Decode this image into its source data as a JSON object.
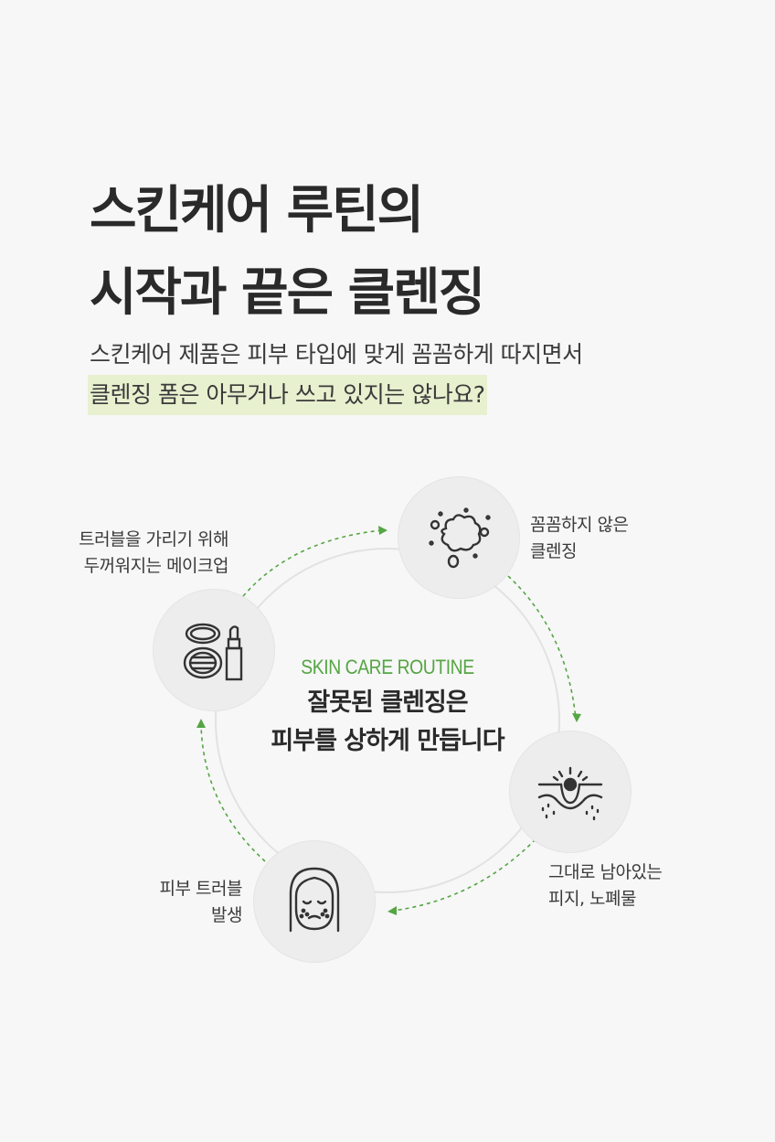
{
  "headline": {
    "line1": "스킨케어 루틴의",
    "line2": "시작과 끝은 클렌징"
  },
  "subtext": {
    "line1": "스킨케어 제품은 피부 타입에 맞게 꼼꼼하게 따지면서",
    "line2": "클렌징 폼은 아무거나 쓰고 있지는 않나요?",
    "highlight_color": "#e7f0cf"
  },
  "cycle": {
    "eyebrow": "SKIN CARE ROUTINE",
    "title_line1": "잘못된 클렌징은",
    "title_line2": "피부를 상하게 만듭니다",
    "accent_color": "#55a544",
    "steps": [
      {
        "icon": "foam-bubble-icon",
        "line1": "꼼꼼하지 않은",
        "line2": "클렌징"
      },
      {
        "icon": "clogged-pore-icon",
        "line1": "그대로 남아있는",
        "line2": "피지, 노폐물"
      },
      {
        "icon": "troubled-face-icon",
        "line1": "피부 트러블",
        "line2": "발생"
      },
      {
        "icon": "makeup-compact-lipstick-icon",
        "line1": "트러블을 가리기 위해",
        "line2": "두꺼워지는 메이크업"
      }
    ]
  }
}
